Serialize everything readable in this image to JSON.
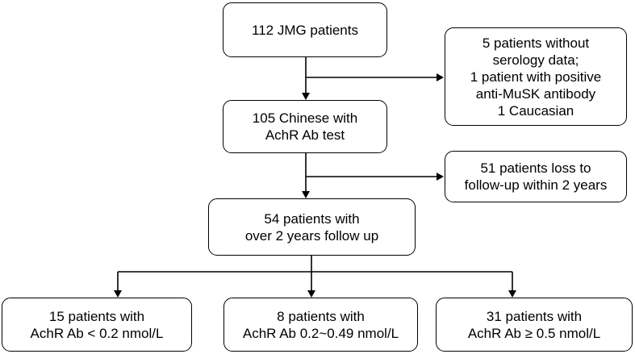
{
  "flowchart": {
    "boxes": {
      "all_patients": {
        "lines": [
          "112 JMG patients"
        ]
      },
      "excluded_first": {
        "lines": [
          "5 patients without",
          "serology data;",
          "1 patient with positive",
          "anti-MuSK antibody",
          "1 Caucasian"
        ]
      },
      "chinese_tested": {
        "lines": [
          "105 Chinese with",
          "AchR Ab test"
        ]
      },
      "lost_followup": {
        "lines": [
          "51 patients loss to",
          "follow-up within 2 years"
        ]
      },
      "followed_up": {
        "lines": [
          "54 patients with",
          "over 2 years follow up"
        ]
      },
      "group_low": {
        "lines": [
          "15 patients with",
          "AchR Ab < 0.2 nmol/L"
        ]
      },
      "group_mid": {
        "lines": [
          "8 patients with",
          "AchR Ab 0.2~0.49 nmol/L"
        ]
      },
      "group_high": {
        "lines": [
          "31 patients with",
          "AchR Ab ≥ 0.5 nmol/L"
        ]
      }
    }
  }
}
